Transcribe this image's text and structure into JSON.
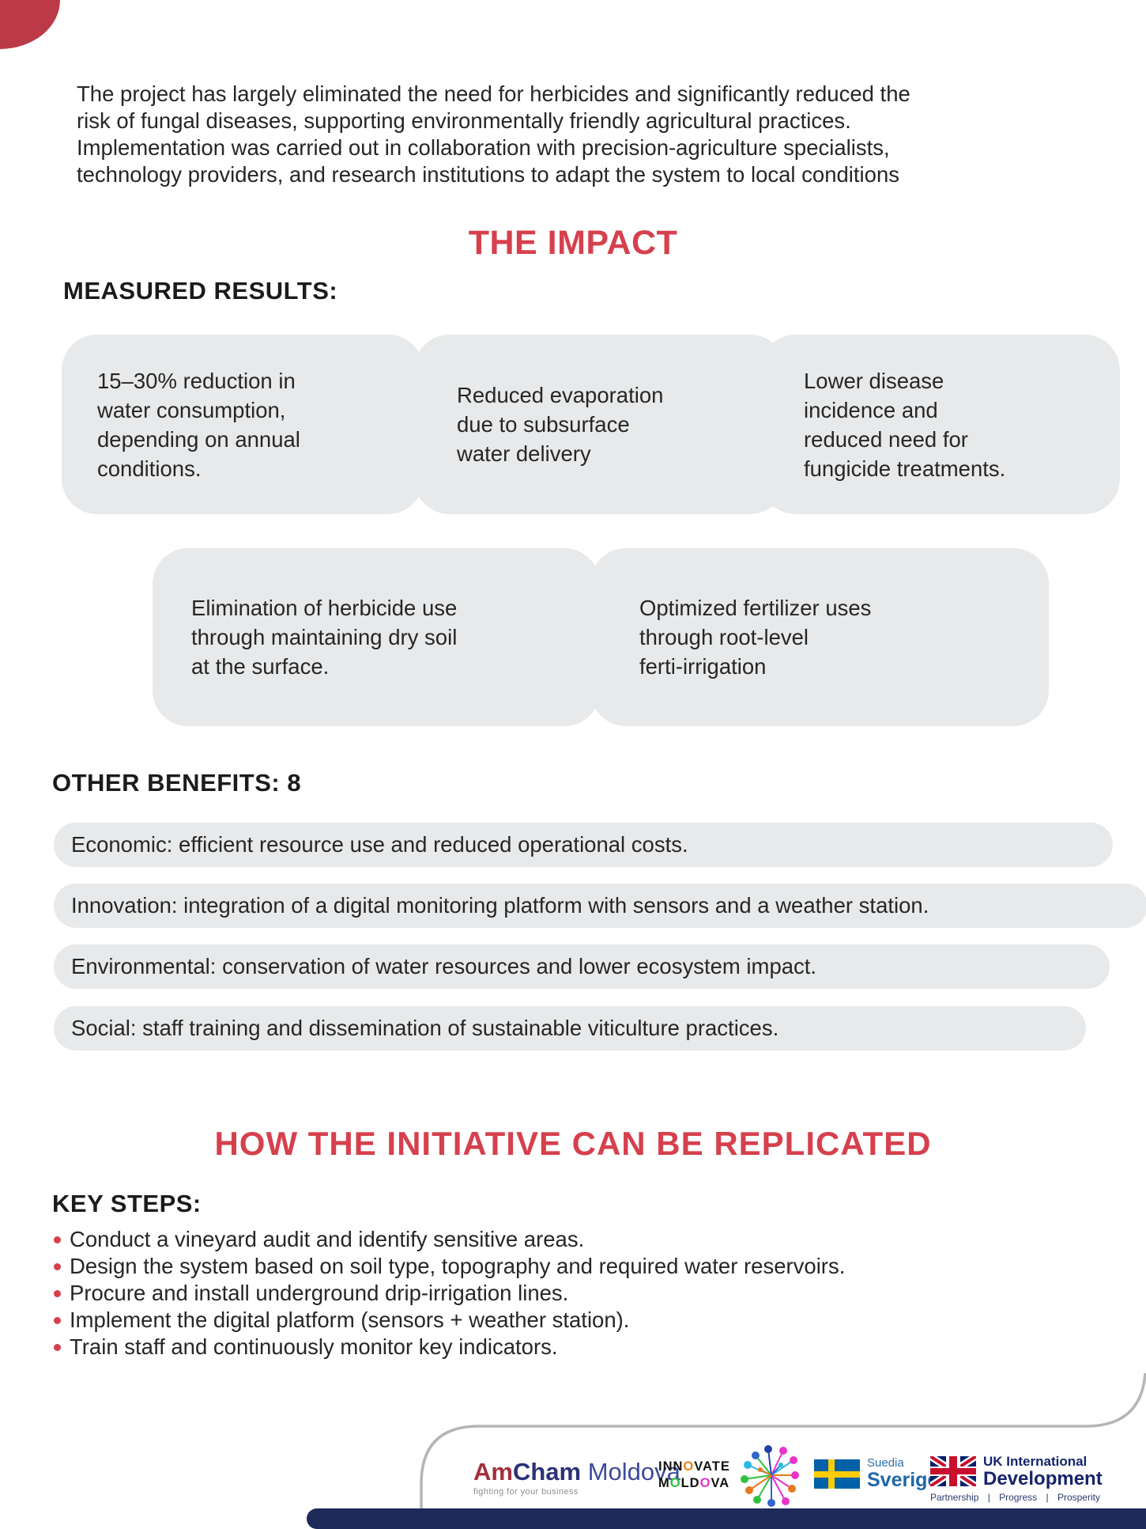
{
  "colors": {
    "accent_red": "#d6404d",
    "corner_red": "#bc3a47",
    "card_gray": "#e8e9ea",
    "navy_bar": "#1e2a5a",
    "body_text": "#262626"
  },
  "icons": {
    "corner": "corner-accent-shape",
    "network": "network-dots-icon",
    "sweden_flag": "sweden-flag-icon",
    "uk_flag": "uk-flag-icon"
  },
  "intro": "The project has largely eliminated the need for herbicides and significantly reduced the\nrisk of fungal diseases, supporting environmentally friendly agricultural practices.\nImplementation was carried out in collaboration with precision-agriculture specialists,\ntechnology providers, and research institutions to adapt the system to local conditions",
  "impact": {
    "title": "THE IMPACT",
    "measured_label": "MEASURED RESULTS:",
    "results": [
      "15–30% reduction in\nwater consumption,\ndepending on annual\nconditions.",
      "Reduced evaporation\ndue to subsurface\nwater delivery",
      "Lower disease\nincidence and\nreduced need for\nfungicide treatments.",
      "Elimination of herbicide use\nthrough maintaining dry soil\nat the surface.",
      "Optimized fertilizer uses\nthrough root-level\nferti-irrigation"
    ],
    "benefits_label": "OTHER BENEFITS: 8",
    "benefits": [
      "Economic: efficient resource use and reduced operational costs.",
      "Innovation: integration of a digital monitoring platform with sensors and a weather station.",
      "Environmental: conservation of water resources and lower ecosystem impact.",
      "Social: staff training and dissemination of sustainable viticulture practices."
    ]
  },
  "replication": {
    "title": "HOW THE INITIATIVE CAN BE REPLICATED",
    "steps_label": "KEY STEPS:",
    "steps": [
      "Conduct a vineyard audit and identify sensitive areas.",
      "Design the system based on soil type, topography and required water reservoirs.",
      "Procure and install underground drip-irrigation lines.",
      "Implement the digital platform (sensors + weather station).",
      "Train staff and continuously monitor key indicators."
    ]
  },
  "footer": {
    "amcham": {
      "am": "Am",
      "cham": "Cham",
      "moldova": " Moldova",
      "tagline": "fighting for your business"
    },
    "innovate": {
      "l1a": "INN",
      "l1b": "O",
      "l1c": "VATE",
      "l2a": "M",
      "l2b": "O",
      "l2c": "LD",
      "l2d": "O",
      "l2e": "VA"
    },
    "sweden": {
      "label_top": "Suedia",
      "label_bottom": "Sverige"
    },
    "uk": {
      "line1": "UK International",
      "line2": "Development",
      "tagline": "Partnership | Progress | Prosperity"
    }
  }
}
